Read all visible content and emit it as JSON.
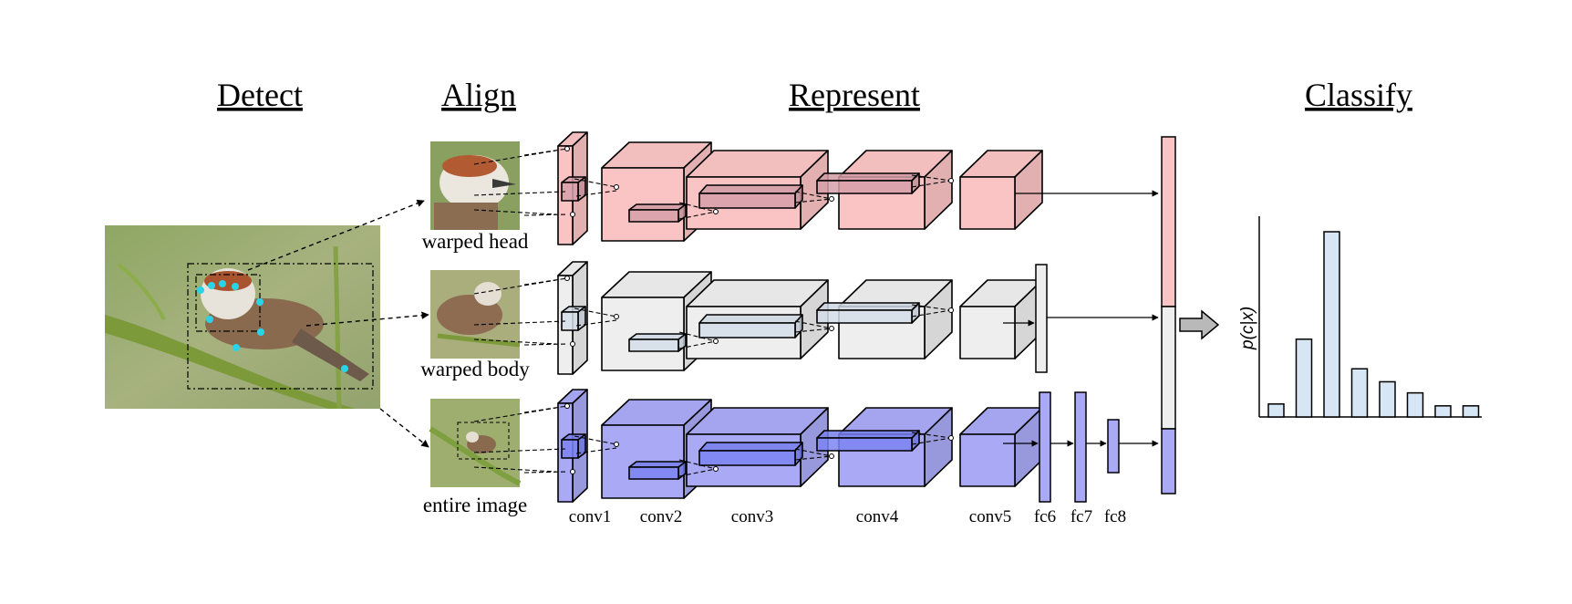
{
  "stages": {
    "detect": "Detect",
    "align": "Align",
    "represent": "Represent",
    "classify": "Classify"
  },
  "crops": {
    "head": "warped head",
    "body": "warped body",
    "image": "entire image"
  },
  "layers": {
    "conv1": "conv1",
    "conv2": "conv2",
    "conv3": "conv3",
    "conv4": "conv4",
    "conv5": "conv5",
    "fc6": "fc6",
    "fc7": "fc7",
    "fc8": "fc8"
  },
  "classifier": {
    "ylabel": "p(c|x)"
  },
  "colors": {
    "head": "#fbc4c4",
    "body": "#eeeeee",
    "image": "#a9a9f6",
    "bars": "#d6e6f5",
    "inner_head": "#d6a0aa",
    "inner_body": "#d3dde8",
    "inner_image": "#7b84f2"
  },
  "chart_data": {
    "type": "bar",
    "categories": [
      "",
      "",
      "",
      "",
      "",
      "",
      "",
      ""
    ],
    "values": [
      0.07,
      0.42,
      1.0,
      0.26,
      0.19,
      0.13,
      0.06,
      0.06
    ],
    "ylabel": "p(c|x)",
    "ylim": [
      0,
      1.1
    ],
    "grid": false
  }
}
